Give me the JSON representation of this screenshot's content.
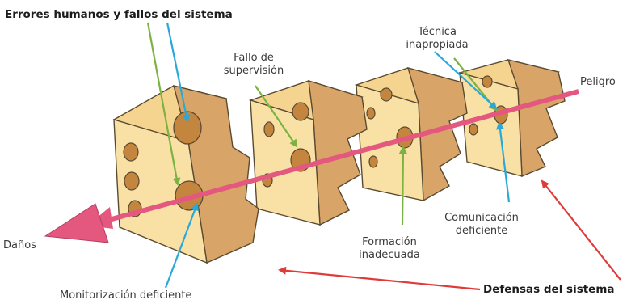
{
  "labels": {
    "title": "Errores humanos y fallos del sistema",
    "fallo_line1": "Fallo de",
    "fallo_line2": "supervisión",
    "tecnica_line1": "Técnica",
    "tecnica_line2": "inapropiada",
    "peligro": "Peligro",
    "danos": "Daños",
    "comunicacion_line1": "Comunicación",
    "comunicacion_line2": "deficiente",
    "formacion_line1": "Formación",
    "formacion_line2": "inadecuada",
    "monitorizacion": "Monitorización deficiente",
    "defensas": "Defensas del sistema"
  },
  "colors": {
    "cheese_front": "#f9e1a6",
    "cheese_side": "#d9a467",
    "cheese_top": "#f5d48f",
    "cheese_outline": "#5a4a32",
    "hole": "#c4863f",
    "arrow": "#e4587f",
    "green_arrow": "#7bb241",
    "blue_arrow": "#2aa9d8",
    "red_arrow": "#e03b3b"
  }
}
